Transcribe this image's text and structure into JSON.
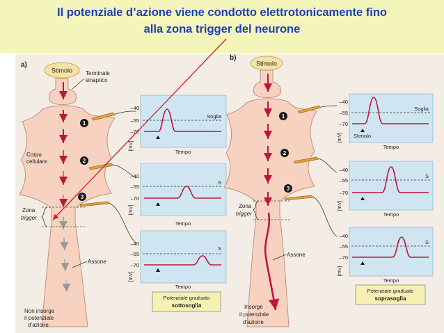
{
  "title": {
    "line1": "Il potenziale d’azione viene condotto elettrotonicamente fino",
    "line2": "alla zona trigger del neurone"
  },
  "panel_a": {
    "label": "a)",
    "stimulus": "Stimolo",
    "terminal_line1": "Terminale",
    "terminal_line2": "sinaptico",
    "cell_body_line1": "Corpo",
    "cell_body_line2": "cellulare",
    "zone_line1": "Zona",
    "zone_line2": "trigger",
    "axon": "Assone",
    "outcome_line1": "Non insorge",
    "outcome_line2": "il potenziale",
    "outcome_line3": "d’azione",
    "markers": [
      "1",
      "2",
      "3"
    ],
    "box_line1": "Potenziale graduato",
    "box_line2": "sottosoglia",
    "graphs": [
      {
        "y_ticks": [
          "–40",
          "–55",
          "–70"
        ],
        "threshold_label": "Soglia",
        "y_unit": "[mV]",
        "x_label": "Tempo"
      },
      {
        "y_ticks": [
          "–40",
          "–55",
          "–70"
        ],
        "threshold_label": "S",
        "y_unit": "[mV]",
        "x_label": "Tempo"
      },
      {
        "y_ticks": [
          "–40",
          "–55",
          "–70"
        ],
        "threshold_label": "S",
        "y_unit": "[mV]",
        "x_label": "Tempo"
      }
    ]
  },
  "panel_b": {
    "label": "b)",
    "stimulus": "Stimolo",
    "zone_line1": "Zona",
    "zone_line2": "trigger",
    "axon": "Assone",
    "outcome_line1": "Insorge",
    "outcome_line2": "il potenziale",
    "outcome_line3": "d’azione",
    "markers": [
      "1",
      "2",
      "3"
    ],
    "box_line1": "Potenziale graduato",
    "box_line2": "soprasoglia",
    "graphs": [
      {
        "y_ticks": [
          "–40",
          "–55",
          "–70"
        ],
        "threshold_label": "Soglia",
        "y_unit": "[mV]",
        "x_label": "Tempo",
        "stimulus_label": "Stimolo"
      },
      {
        "y_ticks": [
          "–40",
          "–55",
          "–70"
        ],
        "threshold_label": "S",
        "y_unit": "[mV]",
        "x_label": "Tempo"
      },
      {
        "y_ticks": [
          "–40",
          "–55",
          "–70"
        ],
        "threshold_label": "S",
        "y_unit": "[mV]",
        "x_label": "Tempo"
      }
    ]
  },
  "colors": {
    "title": "#1f3fb8",
    "title_band": "#f3f5ba",
    "neuron_fill": "#f7d2c0",
    "trace": "#c0143c",
    "graph_bg": "#cfe6f2",
    "box_bg": "#f6f0b2",
    "annotation_arrow": "#d61f1f"
  }
}
